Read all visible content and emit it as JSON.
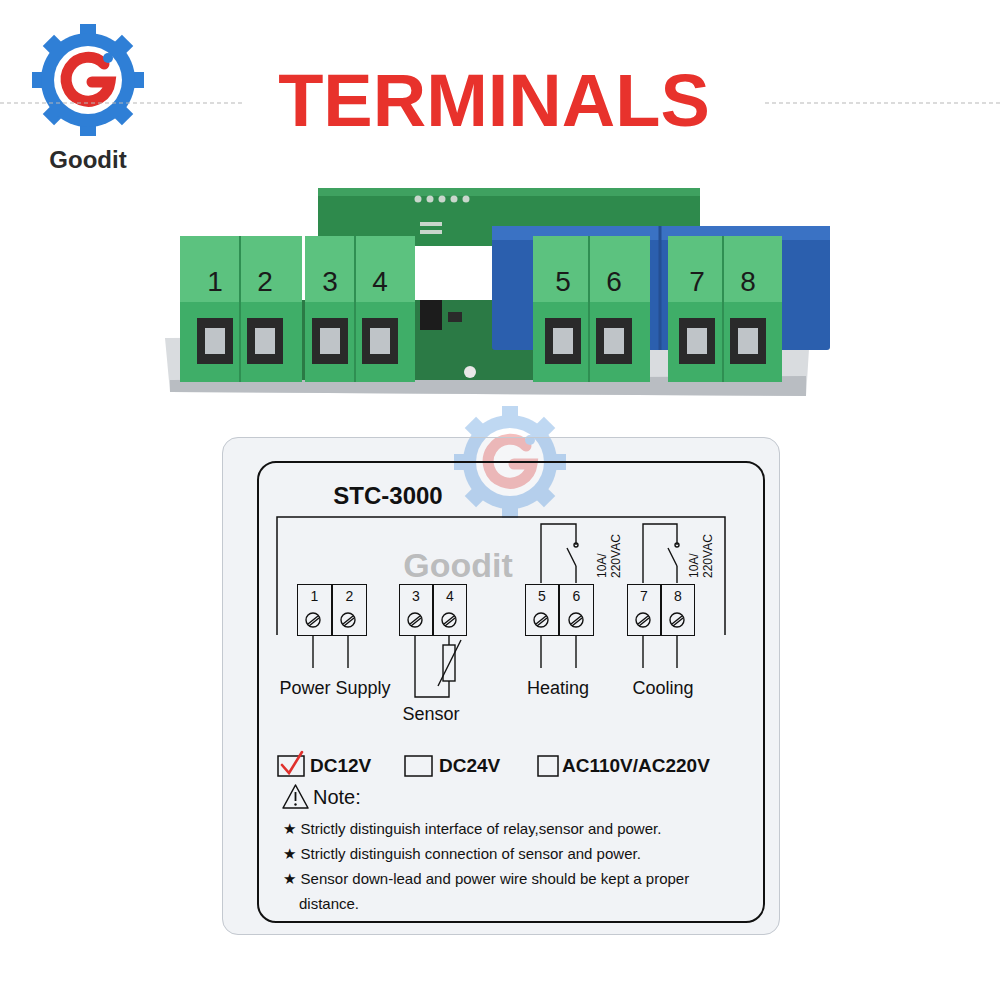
{
  "diagram": {
    "title": "TERMINALS",
    "nodes": [
      {
        "text": [
          "STC-3000"
        ]
      },
      {
        "text": [
          "1"
        ],
        "in": 0
      },
      {
        "text": [
          "2"
        ],
        "in": 0
      },
      {
        "text": [
          "3"
        ],
        "in": 0
      },
      {
        "text": [
          "4"
        ],
        "in": 0
      },
      {
        "text": [
          "5"
        ],
        "in": 0
      },
      {
        "text": [
          "6"
        ],
        "in": 0
      },
      {
        "text": [
          "7"
        ],
        "in": 0
      },
      {
        "text": [
          "8"
        ],
        "in": 0
      }
    ],
    "labels": [
      "Goodit",
      "1",
      "2",
      "3",
      "4",
      "5",
      "6",
      "7",
      "8",
      "10A/ 220VAC",
      "10A/ 220VAC",
      "Power Supply",
      "Sensor",
      "Heating",
      "Cooling",
      "DC12V",
      "DC24V",
      "AC110V/AC220V",
      "Note:",
      "★ Strictly distinguish interface of relay,sensor and power.",
      "★ Strictly distinguish connection of sensor and power.",
      "★ Sensor down-lead and power wire should be kept a proper distance.",
      "Goodit"
    ]
  }
}
